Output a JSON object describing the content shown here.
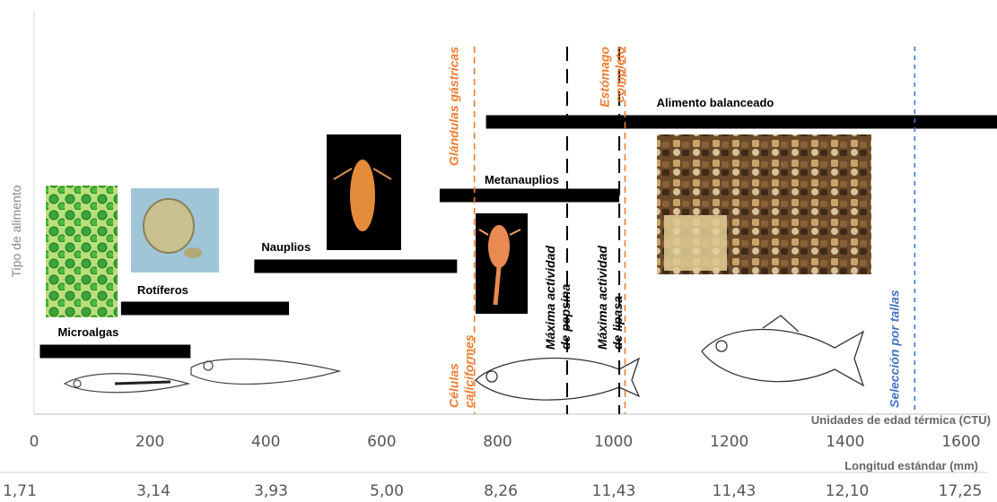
{
  "chart_data": {
    "type": "bar",
    "orientation": "horizontal-ranges",
    "ylabel": "Tipo de alimento",
    "xlabel": "Unidades de edad térmica (CTU)",
    "xlim": [
      0,
      1650
    ],
    "xticks": [
      "0",
      "200",
      "400",
      "600",
      "800",
      "1000",
      "1200",
      "1400",
      "1600"
    ],
    "secondary_axis": {
      "label": "Longitud estándar (mm)",
      "ticks": [
        "1,71",
        "3,14",
        "3,93",
        "5,00",
        "8,26",
        "11,43",
        "11,43",
        "12,10",
        "17,25"
      ]
    },
    "series": [
      {
        "name": "Microalgas",
        "start": 10,
        "end": 270,
        "level": 1
      },
      {
        "name": "Rotíferos",
        "start": 150,
        "end": 440,
        "level": 2
      },
      {
        "name": "Nauplios",
        "start": 380,
        "end": 730,
        "level": 3
      },
      {
        "name": "Metanauplios",
        "start": 700,
        "end": 1010,
        "level": 4
      },
      {
        "name": "Alimento balanceado",
        "start": 780,
        "end": 1670,
        "level": 5
      }
    ],
    "vlines": [
      {
        "x": 760,
        "label_lines": [
          "Células",
          "caliciformes"
        ],
        "label_pos": "bottom",
        "color": "#ED7D31",
        "dash": "orange"
      },
      {
        "x": 760,
        "label_lines": [
          "Glándulas gástricas"
        ],
        "label_pos": "top",
        "color": "#ED7D31",
        "dash": "orange"
      },
      {
        "x": 920,
        "label_lines": [
          "Máxima actividad",
          "de pepsina"
        ],
        "label_pos": "middle",
        "color": "#000000",
        "dash": "black"
      },
      {
        "x": 1010,
        "label_lines": [
          "Máxima actividad",
          "de lipasa"
        ],
        "label_pos": "middle",
        "color": "#000000",
        "dash": "black"
      },
      {
        "x": 1020,
        "label_lines": [
          "Estómago",
          "completo"
        ],
        "label_pos": "top",
        "color": "#ED7D31",
        "dash": "orange"
      },
      {
        "x": 1520,
        "label_lines": [
          "Selección por tallas"
        ],
        "label_pos": "bottom",
        "color": "#4472C4",
        "dash": "blue"
      }
    ],
    "images": [
      "microalgae-photo",
      "rotifer-photo",
      "nauplius-photo",
      "metanauplius-photo",
      "pellet-feed-photo",
      "larva-drawing",
      "larva-drawing",
      "juvenile-fish-drawing",
      "adult-fish-drawing"
    ]
  }
}
